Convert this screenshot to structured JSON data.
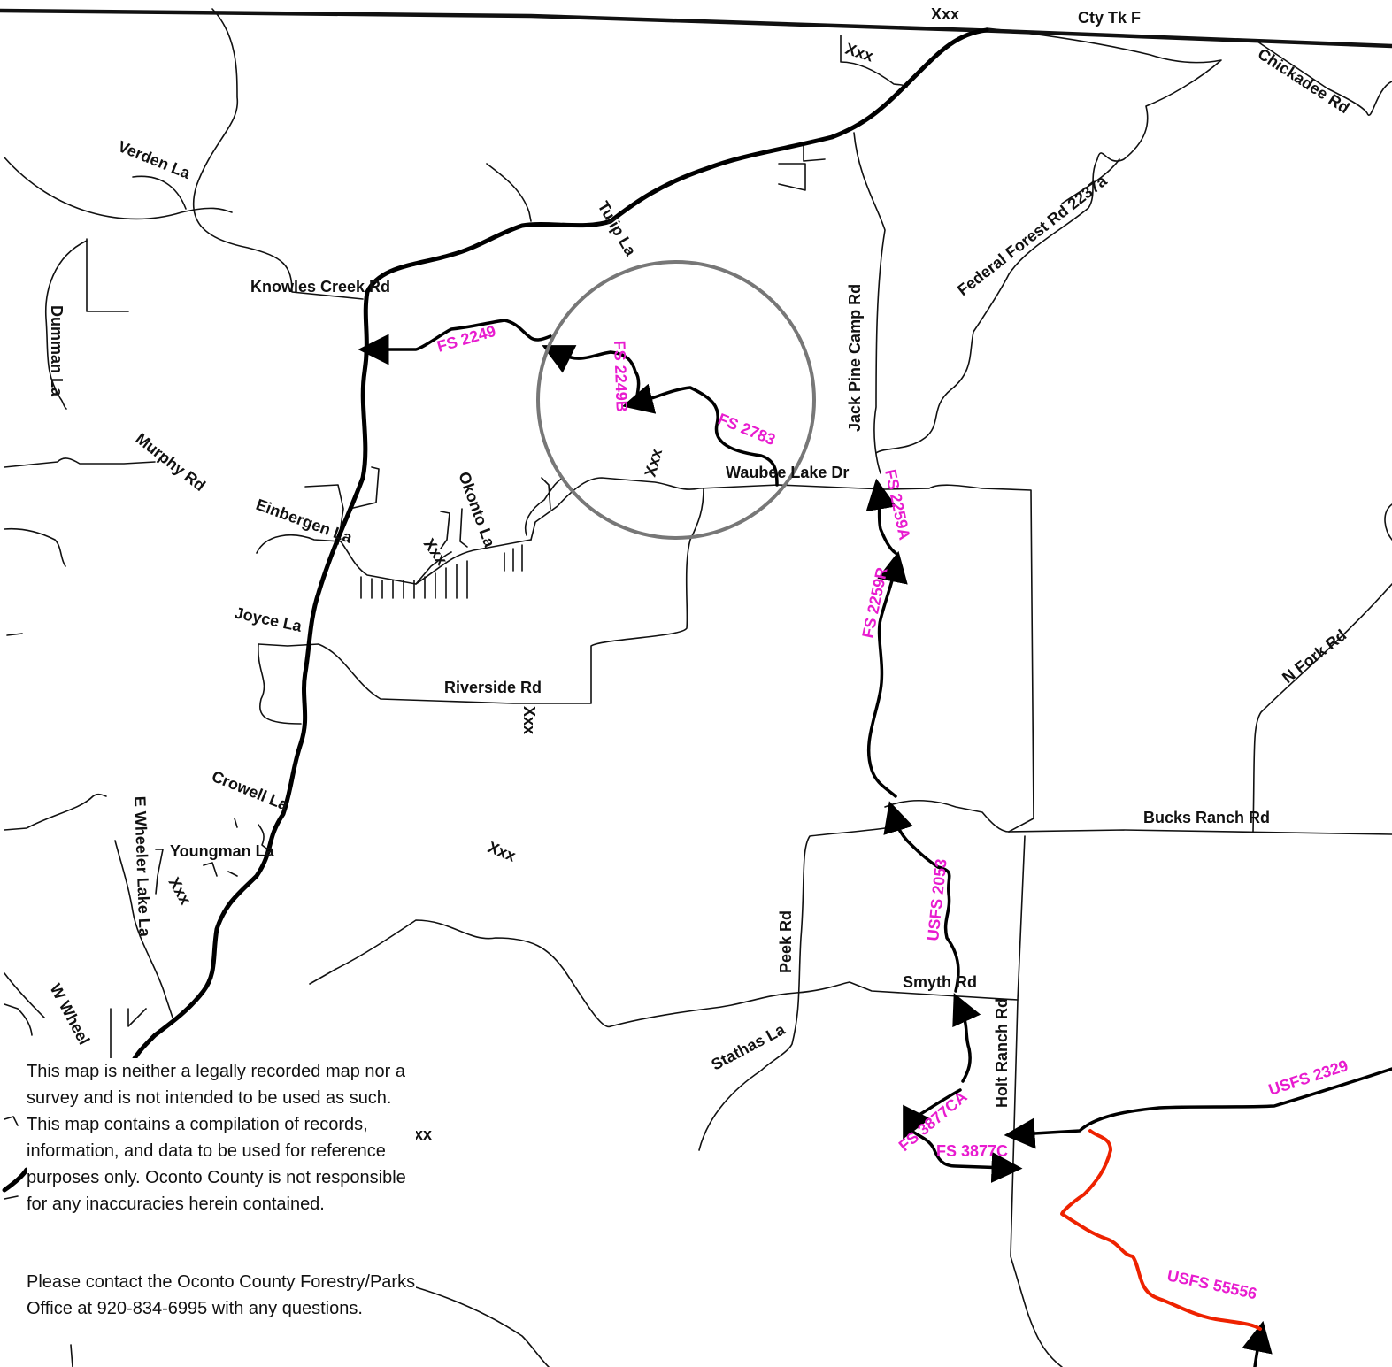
{
  "map": {
    "roads": {
      "cty_tk_f": "Cty Tk F",
      "xxx_top": "Xxx",
      "xxx_top2": "Xxx",
      "chickadee": "Chickadee Rd",
      "verden": "Verden La",
      "tulip": "Tulip La",
      "federal_forest": "Federal Forest Rd 2237a",
      "jack_pine": "Jack Pine Camp Rd",
      "knowles": "Knowles Creek Rd",
      "dumman": "Dumman La",
      "murphy": "Murphy Rd",
      "einbergen": "Einbergen La",
      "okonto": "Okonto La",
      "xxx_okonto": "Xxx",
      "xxx_circle": "Xxx",
      "waubee": "Waubee Lake Dr",
      "joyce": "Joyce La",
      "riverside": "Riverside Rd",
      "xxx_riverside": "Xxx",
      "n_fork": "N Fork Rd",
      "crowell": "Crowell La",
      "bucks_ranch": "Bucks Ranch Rd",
      "youngman": "Youngman La",
      "xxx_mid": "Xxx",
      "e_wheeler": "E Wheeler Lake La",
      "xxx_wheeler": "Xxx",
      "peek": "Peek Rd",
      "smyth": "Smyth Rd",
      "holt_ranch": "Holt Ranch Rd",
      "w_wheeler": "W Wheel",
      "stathas": "Stathas La",
      "xx_bottom": "xx"
    },
    "trails": {
      "fs2249": "FS 2249",
      "fs2249b": "FS 2249B",
      "fs2783": "FS 2783",
      "fs2259a": "FS 2259A",
      "fs2259r": "FS 2259R",
      "usfs2053": "USFS 2053",
      "fs3877ca": "FS 3877CA",
      "fs3877c": "FS 3877C",
      "usfs2329": "USFS 2329",
      "usfs55556": "USFS 55556"
    },
    "colors": {
      "trail_label": "#e81ccf",
      "red_route": "#ee2200",
      "circle": "#777777"
    }
  },
  "notes": {
    "disclaimer": "This map is neither a legally recorded map nor a survey and is not intended to be used as such.  This map contains a compilation of records, information, and data to be used for reference purposes only.  Oconto County is not responsible for any inaccuracies herein contained.",
    "contact": "Please contact the Oconto County Forestry/Parks Office at 920-834-6995 with any questions."
  }
}
